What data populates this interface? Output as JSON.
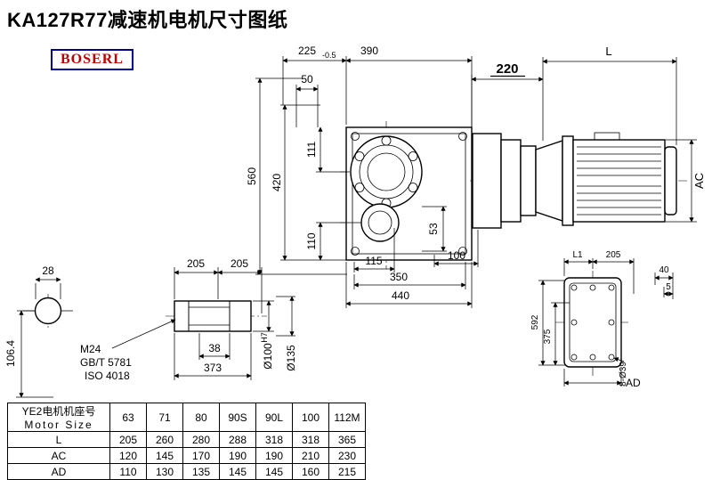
{
  "page": {
    "title": "KA127R77减速机电机尺寸图纸",
    "logo": "BOSERL"
  },
  "dims": {
    "top_50": "50",
    "top_225": "225",
    "top_225_tol": "-0.5",
    "top_390": "390",
    "top_220": "220",
    "top_L": "L",
    "left_560": "560",
    "left_420": "420",
    "left_111": "111",
    "left_110": "110",
    "bot_115": "115",
    "bot_100": "100",
    "bot_350": "350",
    "bot_440": "440",
    "mid_53": "53",
    "right_AC": "AC",
    "shaft_28": "28",
    "shaft_1064": "106.4",
    "hs_205a": "205",
    "hs_205b": "205",
    "hs_M24": "M24",
    "hs_gbt": "GB/T 5781",
    "hs_iso": "ISO 4018",
    "hs_38": "38",
    "hs_373": "373",
    "hs_d100": "Ø100",
    "hs_d100_sup": "H7",
    "hs_d135": "Ø135",
    "rear_L1": "L1",
    "rear_205": "205",
    "rear_40": "40",
    "rear_5": "5",
    "rear_592": "592",
    "rear_375": "375",
    "rear_8d39": "8-Ø39",
    "rear_AD": "AD"
  },
  "table": {
    "col0_line1": "YE2电机机座号",
    "col0_line2": "Motor Size",
    "columns": [
      "63",
      "71",
      "80",
      "90S",
      "90L",
      "100",
      "112M"
    ],
    "rows": [
      {
        "label": "L",
        "values": [
          "205",
          "260",
          "280",
          "288",
          "318",
          "318",
          "365"
        ]
      },
      {
        "label": "AC",
        "values": [
          "120",
          "145",
          "170",
          "190",
          "190",
          "210",
          "230"
        ]
      },
      {
        "label": "AD",
        "values": [
          "110",
          "130",
          "135",
          "145",
          "145",
          "160",
          "215"
        ]
      }
    ]
  }
}
